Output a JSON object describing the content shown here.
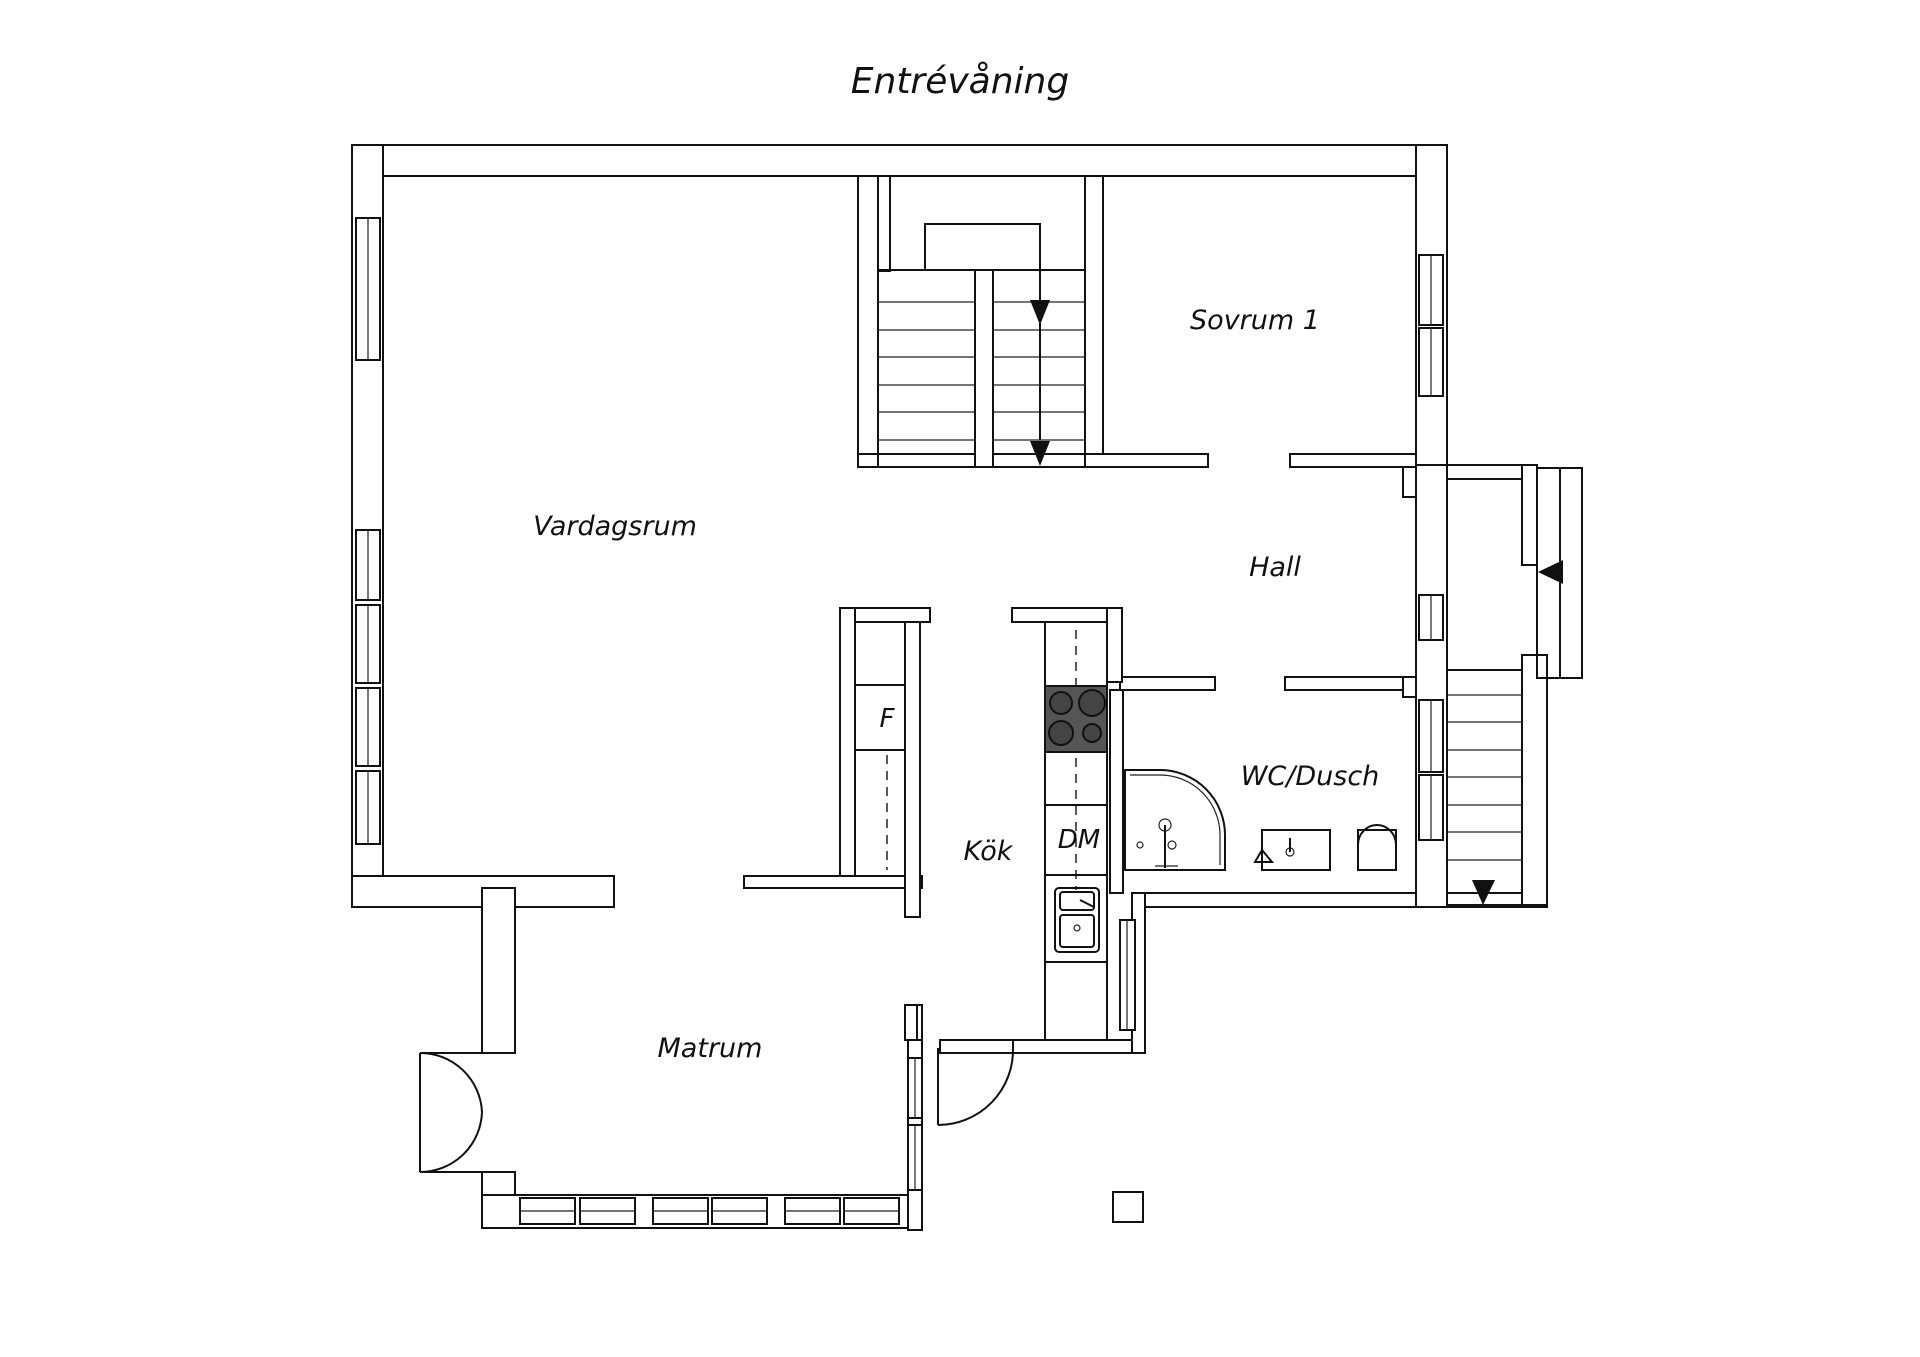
{
  "title": "Entrévåning",
  "rooms": {
    "vardagsrum": "Vardagsrum",
    "sovrum": "Sovrum 1",
    "hall": "Hall",
    "wc": "WC/Dusch",
    "kok": "Kök",
    "matrum": "Matrum"
  },
  "fixtures": {
    "fridge": "F",
    "dishwasher": "DM"
  }
}
